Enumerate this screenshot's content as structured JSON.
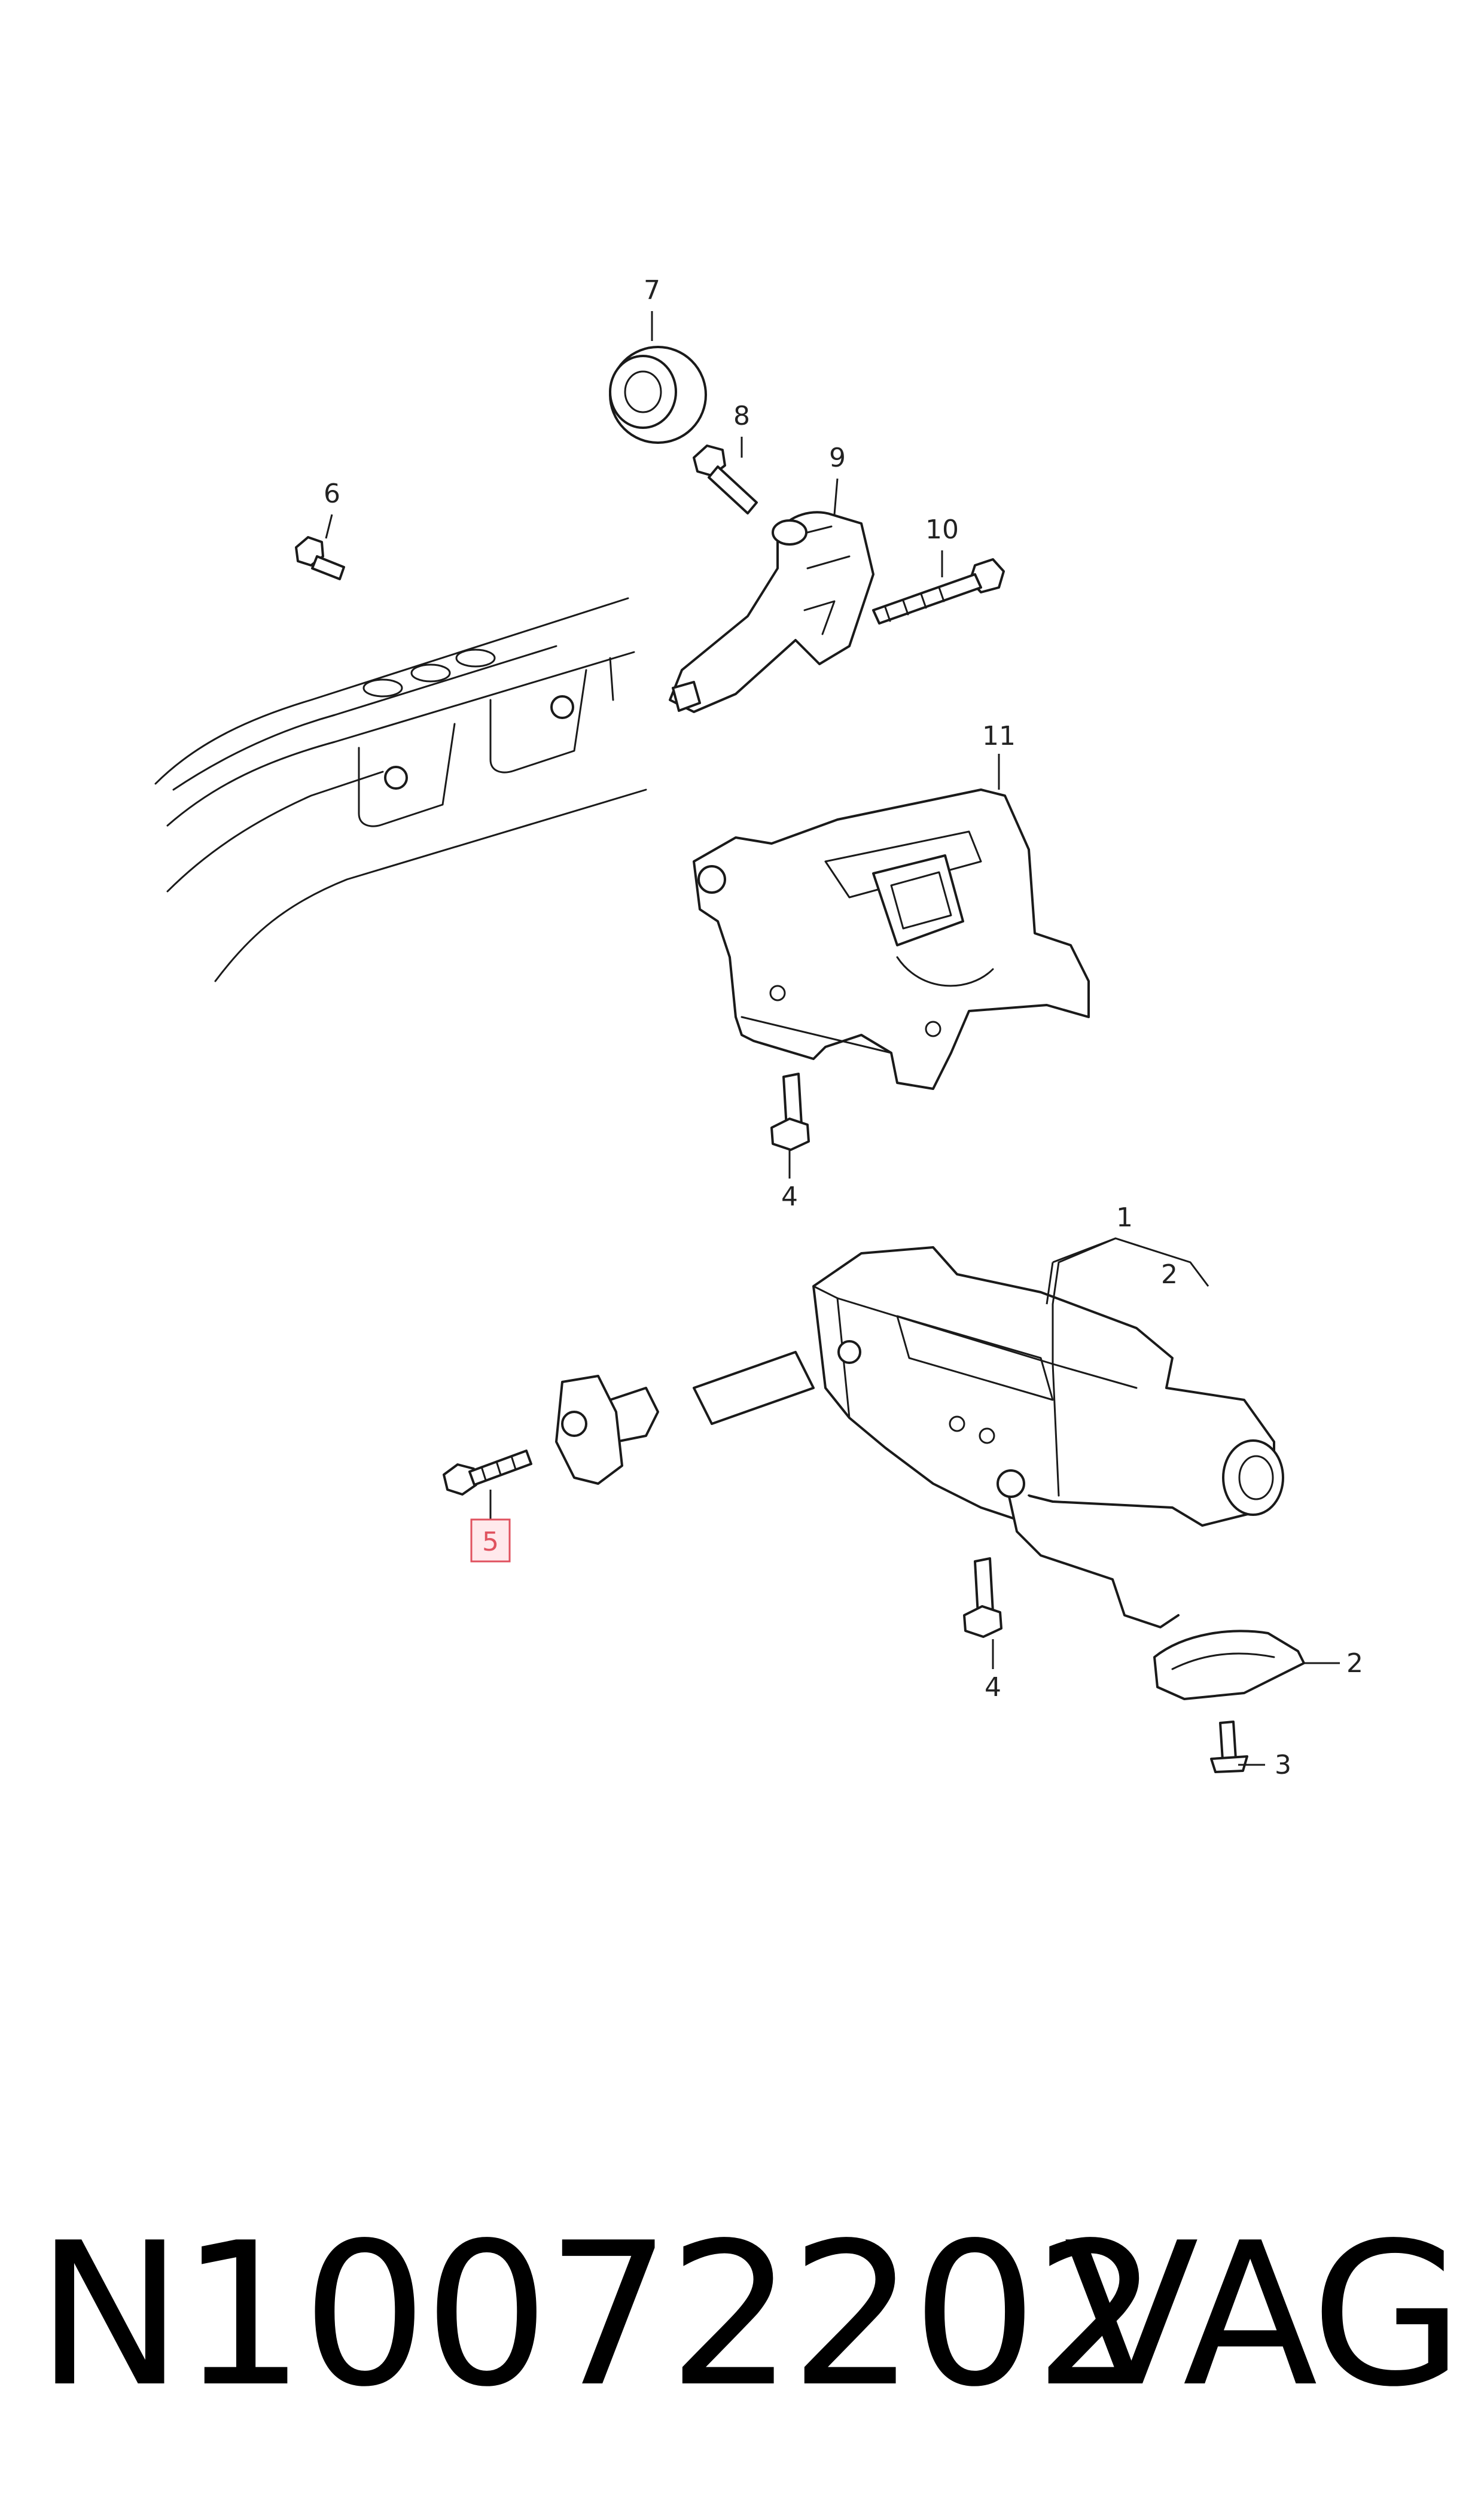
{
  "callouts": {
    "c1": "1",
    "c2_top": "2",
    "c2_side": "2",
    "c3": "3",
    "c4_upper": "4",
    "c4_lower": "4",
    "c5": "5",
    "c6": "6",
    "c7": "7",
    "c8": "8",
    "c9": "9",
    "c10": "10",
    "c11": "11"
  },
  "footer": {
    "part_number": "N10072202",
    "brand": "VAG"
  },
  "colors": {
    "highlight": "#e0525f",
    "highlight_fill": "#ffe9ec",
    "line": "#1a1a1a"
  }
}
